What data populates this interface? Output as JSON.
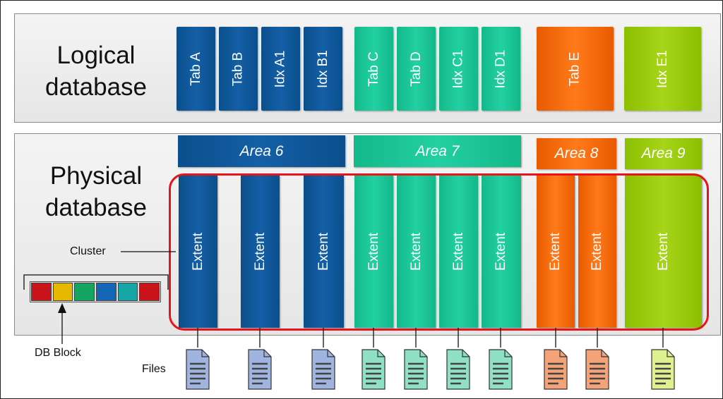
{
  "labels": {
    "logical_line1": "Logical",
    "logical_line2": "database",
    "physical_line1": "Physical",
    "physical_line2": "database",
    "cluster": "Cluster",
    "db_block": "DB Block",
    "files": "Files"
  },
  "logical_items": [
    "Tab A",
    "Tab B",
    "Idx A1",
    "Idx B1",
    "Tab C",
    "Tab D",
    "Idx C1",
    "Idx D1",
    "Tab E",
    "Idx E1"
  ],
  "areas": [
    "Area 6",
    "Area 7",
    "Area 8",
    "Area 9"
  ],
  "extent_label": "Extent",
  "colors": {
    "area6": "#0f579b",
    "area7": "#1ac698",
    "area8": "#ff6a0a",
    "area9": "#9acb0c",
    "outline": "#e8141c",
    "block_red": "#c9141b",
    "block_yellow": "#e6b800",
    "block_green": "#16a463",
    "block_blue": "#1567b5",
    "block_teal": "#16a6a6",
    "file_blue": "#9fb5e0",
    "file_teal": "#8fe0c5",
    "file_orange": "#f4a378",
    "file_lime": "#dff08e"
  }
}
